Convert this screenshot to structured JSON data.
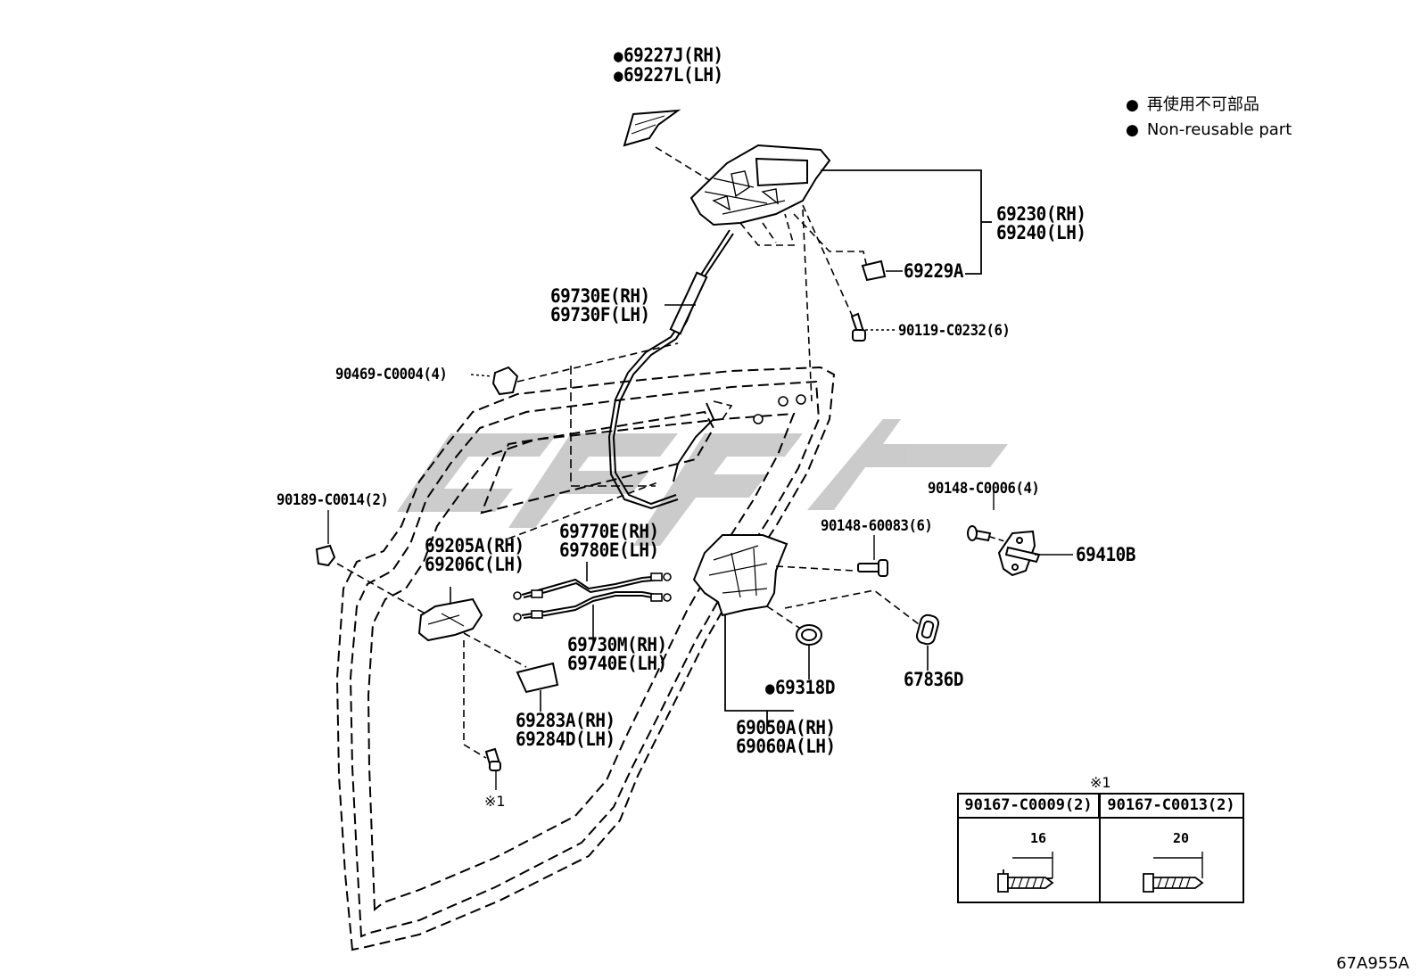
{
  "legend": {
    "items": [
      {
        "marker": "●",
        "text": "再使用不可部品"
      },
      {
        "marker": "●",
        "text": "Non-reusable part"
      }
    ]
  },
  "figure_id": "67A955A",
  "part_labels": {
    "p69227": {
      "line1": "69227J(RH)",
      "line2": "69227L(LH)",
      "non_reusable": true
    },
    "p69230": {
      "line1": "69230(RH)",
      "line2": "69240(LH)"
    },
    "p69229A": {
      "text": "69229A"
    },
    "p90119": {
      "text": "90119-C0232(6)"
    },
    "p69730E": {
      "line1": "69730E(RH)",
      "line2": "69730F(LH)"
    },
    "p90469": {
      "text": "90469-C0004(4)"
    },
    "p90189": {
      "text": "90189-C0014(2)"
    },
    "p90148a": {
      "text": "90148-C0006(4)"
    },
    "p90148b": {
      "text": "90148-60083(6)"
    },
    "p69410B": {
      "text": "69410B"
    },
    "p69205A": {
      "line1": "69205A(RH)",
      "line2": "69206C(LH)"
    },
    "p69770E": {
      "line1": "69770E(RH)",
      "line2": "69780E(LH)"
    },
    "p69730M": {
      "line1": "69730M(RH)",
      "line2": "69740E(LH)"
    },
    "p69283A": {
      "line1": "69283A(RH)",
      "line2": "69284D(LH)"
    },
    "p69318D": {
      "text": "69318D",
      "non_reusable": true
    },
    "p67836D": {
      "text": "67836D"
    },
    "p69050A": {
      "line1": "69050A(RH)",
      "line2": "69060A(LH)"
    },
    "note1": {
      "text": "※1"
    }
  },
  "bolt_table": {
    "title": "※1",
    "columns": [
      {
        "header": "90167-C0009(2)",
        "length": "16"
      },
      {
        "header": "90167-C0013(2)",
        "length": "20"
      }
    ]
  },
  "watermark": {
    "color": "#c8c8c8"
  }
}
